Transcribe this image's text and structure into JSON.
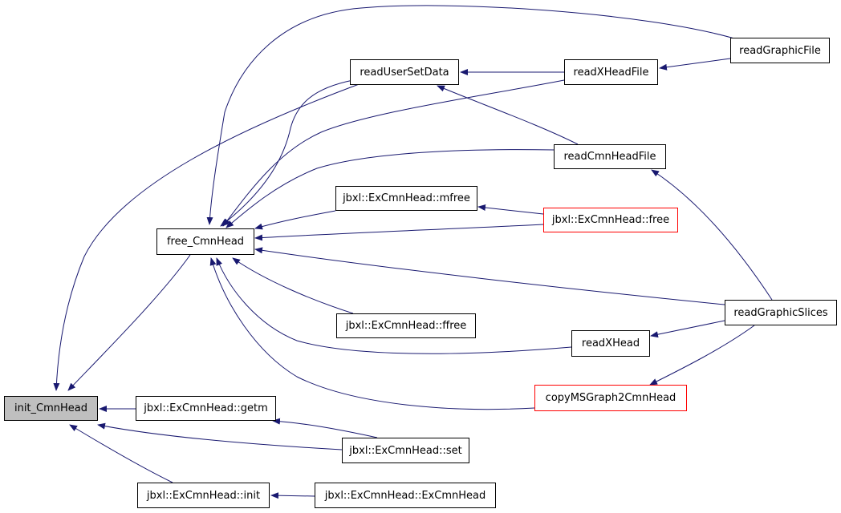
{
  "colors": {
    "edge": "#191970",
    "node_border": "#000000",
    "incomplete_border": "#ff0000",
    "focus_fill": "#bfbfbf"
  },
  "nodes": {
    "init_cmnhead": "init_CmnHead",
    "free_cmnhead": "free_CmnHead",
    "read_user_set_data": "readUserSetData",
    "read_x_head_file": "readXHeadFile",
    "read_graphic_file": "readGraphicFile",
    "read_cmn_head_file": "readCmnHeadFile",
    "excmnhead_mfree": "jbxl::ExCmnHead::mfree",
    "excmnhead_free": "jbxl::ExCmnHead::free",
    "excmnhead_ffree": "jbxl::ExCmnHead::ffree",
    "read_graphic_slices": "readGraphicSlices",
    "read_x_head": "readXHead",
    "copy_msgraph2cmnhead": "copyMSGraph2CmnHead",
    "excmnhead_getm": "jbxl::ExCmnHead::getm",
    "excmnhead_set": "jbxl::ExCmnHead::set",
    "excmnhead_init": "jbxl::ExCmnHead::init",
    "excmnhead_ctor": "jbxl::ExCmnHead::ExCmnHead"
  },
  "edges": [
    {
      "from": "free_cmnhead",
      "to": "init_cmnhead"
    },
    {
      "from": "read_user_set_data",
      "to": "init_cmnhead"
    },
    {
      "from": "read_graphic_file",
      "to": "init_cmnhead"
    },
    {
      "from": "excmnhead_getm",
      "to": "init_cmnhead"
    },
    {
      "from": "excmnhead_set",
      "to": "init_cmnhead"
    },
    {
      "from": "excmnhead_init",
      "to": "init_cmnhead"
    },
    {
      "from": "read_user_set_data",
      "to": "free_cmnhead"
    },
    {
      "from": "read_x_head_file",
      "to": "free_cmnhead"
    },
    {
      "from": "read_cmn_head_file",
      "to": "free_cmnhead"
    },
    {
      "from": "excmnhead_mfree",
      "to": "free_cmnhead"
    },
    {
      "from": "excmnhead_free",
      "to": "free_cmnhead"
    },
    {
      "from": "excmnhead_ffree",
      "to": "free_cmnhead"
    },
    {
      "from": "read_graphic_slices",
      "to": "free_cmnhead"
    },
    {
      "from": "read_x_head",
      "to": "free_cmnhead"
    },
    {
      "from": "copy_msgraph2cmnhead",
      "to": "free_cmnhead"
    },
    {
      "from": "read_x_head_file",
      "to": "read_user_set_data"
    },
    {
      "from": "read_cmn_head_file",
      "to": "read_user_set_data"
    },
    {
      "from": "read_graphic_file",
      "to": "read_x_head_file"
    },
    {
      "from": "read_graphic_slices",
      "to": "read_cmn_head_file"
    },
    {
      "from": "excmnhead_free",
      "to": "excmnhead_mfree"
    },
    {
      "from": "read_graphic_slices",
      "to": "read_x_head"
    },
    {
      "from": "read_graphic_slices",
      "to": "copy_msgraph2cmnhead"
    },
    {
      "from": "excmnhead_set",
      "to": "excmnhead_getm"
    },
    {
      "from": "excmnhead_ctor",
      "to": "excmnhead_init"
    }
  ]
}
